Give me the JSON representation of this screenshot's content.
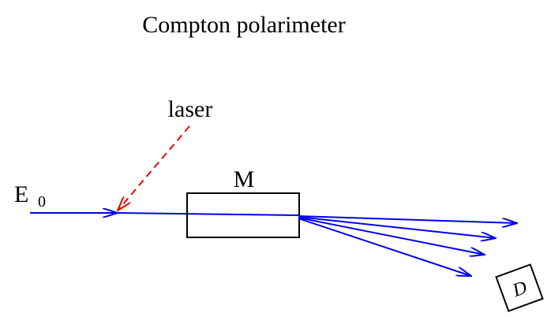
{
  "title": "Compton polarimeter",
  "labels": {
    "laser": "laser",
    "magnet": "M",
    "beam_energy": "E",
    "beam_energy_subscript": "0",
    "detector": "D"
  },
  "colors": {
    "beam": "#0000ee",
    "laser": "#ee0000",
    "outline": "#000000",
    "text": "#000000",
    "background": "#ffffff"
  }
}
